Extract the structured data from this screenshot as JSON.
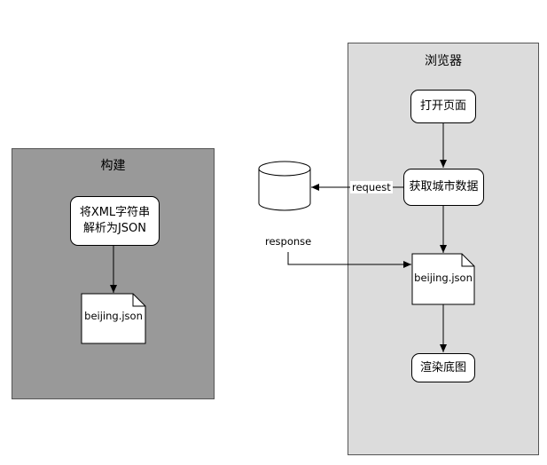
{
  "build": {
    "title": "构建",
    "parse_node": "将XML字符串\n解析为JSON",
    "file": "beijing.json"
  },
  "browser": {
    "title": "浏览器",
    "open_page": "打开页面",
    "fetch_data": "获取城市数据",
    "file": "beijing.json",
    "render": "渲染底图"
  },
  "edges": {
    "request": "request",
    "response": "response"
  },
  "colors": {
    "build_panel": "#999999",
    "browser_panel": "#dcdcdc"
  }
}
